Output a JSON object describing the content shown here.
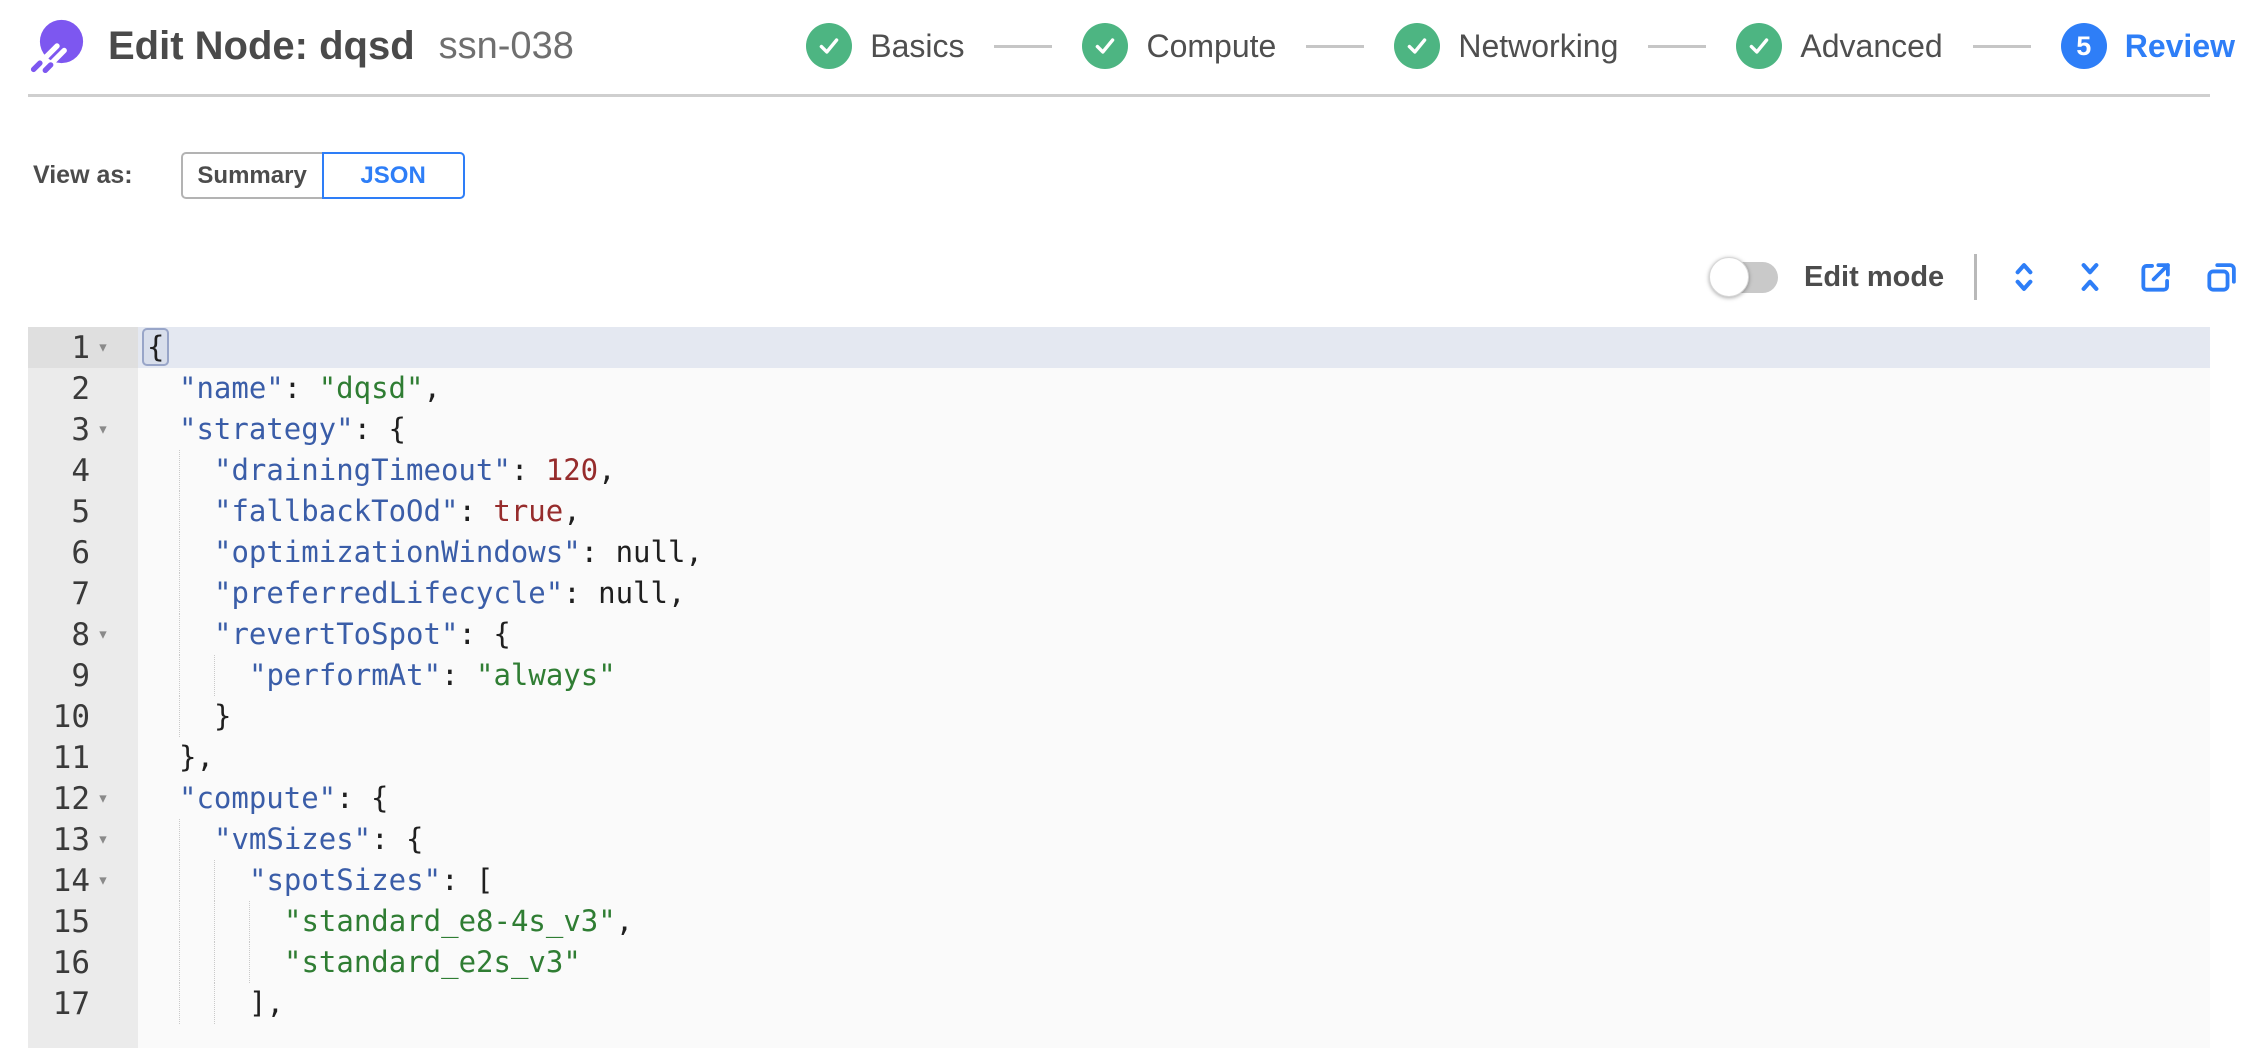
{
  "header": {
    "title": "Edit Node: dqsd",
    "subtitle": "ssn-038",
    "steps": [
      {
        "label": "Basics",
        "state": "done"
      },
      {
        "label": "Compute",
        "state": "done"
      },
      {
        "label": "Networking",
        "state": "done"
      },
      {
        "label": "Advanced",
        "state": "done"
      },
      {
        "label": "Review",
        "state": "current",
        "number": "5"
      }
    ]
  },
  "view_as": {
    "label": "View as:",
    "options": [
      {
        "label": "Summary",
        "selected": false
      },
      {
        "label": "JSON",
        "selected": true
      }
    ]
  },
  "toolbar": {
    "edit_mode_label": "Edit mode",
    "edit_mode_on": false,
    "icons": [
      "expand-rows-icon",
      "collapse-rows-icon",
      "export-icon",
      "copy-icon"
    ]
  },
  "editor": {
    "lines": [
      {
        "num": 1,
        "fold": true,
        "active": true,
        "indent": 0,
        "tokens": [
          {
            "type": "brace-active",
            "text": "{"
          }
        ]
      },
      {
        "num": 2,
        "fold": false,
        "active": false,
        "indent": 2,
        "tokens": [
          {
            "type": "key",
            "text": "\"name\""
          },
          {
            "type": "punct",
            "text": ": "
          },
          {
            "type": "string",
            "text": "\"dqsd\""
          },
          {
            "type": "punct",
            "text": ","
          }
        ]
      },
      {
        "num": 3,
        "fold": true,
        "active": false,
        "indent": 2,
        "tokens": [
          {
            "type": "key",
            "text": "\"strategy\""
          },
          {
            "type": "punct",
            "text": ": {"
          }
        ]
      },
      {
        "num": 4,
        "fold": false,
        "active": false,
        "indent": 4,
        "tokens": [
          {
            "type": "key",
            "text": "\"drainingTimeout\""
          },
          {
            "type": "punct",
            "text": ": "
          },
          {
            "type": "number",
            "text": "120"
          },
          {
            "type": "punct",
            "text": ","
          }
        ]
      },
      {
        "num": 5,
        "fold": false,
        "active": false,
        "indent": 4,
        "tokens": [
          {
            "type": "key",
            "text": "\"fallbackToOd\""
          },
          {
            "type": "punct",
            "text": ": "
          },
          {
            "type": "boolean",
            "text": "true"
          },
          {
            "type": "punct",
            "text": ","
          }
        ]
      },
      {
        "num": 6,
        "fold": false,
        "active": false,
        "indent": 4,
        "tokens": [
          {
            "type": "key",
            "text": "\"optimizationWindows\""
          },
          {
            "type": "punct",
            "text": ": "
          },
          {
            "type": "null",
            "text": "null"
          },
          {
            "type": "punct",
            "text": ","
          }
        ]
      },
      {
        "num": 7,
        "fold": false,
        "active": false,
        "indent": 4,
        "tokens": [
          {
            "type": "key",
            "text": "\"preferredLifecycle\""
          },
          {
            "type": "punct",
            "text": ": "
          },
          {
            "type": "null",
            "text": "null"
          },
          {
            "type": "punct",
            "text": ","
          }
        ]
      },
      {
        "num": 8,
        "fold": true,
        "active": false,
        "indent": 4,
        "tokens": [
          {
            "type": "key",
            "text": "\"revertToSpot\""
          },
          {
            "type": "punct",
            "text": ": {"
          }
        ]
      },
      {
        "num": 9,
        "fold": false,
        "active": false,
        "indent": 6,
        "tokens": [
          {
            "type": "key",
            "text": "\"performAt\""
          },
          {
            "type": "punct",
            "text": ": "
          },
          {
            "type": "string",
            "text": "\"always\""
          }
        ]
      },
      {
        "num": 10,
        "fold": false,
        "active": false,
        "indent": 4,
        "tokens": [
          {
            "type": "punct",
            "text": "}"
          }
        ]
      },
      {
        "num": 11,
        "fold": false,
        "active": false,
        "indent": 2,
        "tokens": [
          {
            "type": "punct",
            "text": "},"
          }
        ]
      },
      {
        "num": 12,
        "fold": true,
        "active": false,
        "indent": 2,
        "tokens": [
          {
            "type": "key",
            "text": "\"compute\""
          },
          {
            "type": "punct",
            "text": ": {"
          }
        ]
      },
      {
        "num": 13,
        "fold": true,
        "active": false,
        "indent": 4,
        "tokens": [
          {
            "type": "key",
            "text": "\"vmSizes\""
          },
          {
            "type": "punct",
            "text": ": {"
          }
        ]
      },
      {
        "num": 14,
        "fold": true,
        "active": false,
        "indent": 6,
        "tokens": [
          {
            "type": "key",
            "text": "\"spotSizes\""
          },
          {
            "type": "punct",
            "text": ": ["
          }
        ]
      },
      {
        "num": 15,
        "fold": false,
        "active": false,
        "indent": 8,
        "tokens": [
          {
            "type": "string",
            "text": "\"standard_e8-4s_v3\""
          },
          {
            "type": "punct",
            "text": ","
          }
        ]
      },
      {
        "num": 16,
        "fold": false,
        "active": false,
        "indent": 8,
        "tokens": [
          {
            "type": "string",
            "text": "\"standard_e2s_v3\""
          }
        ]
      },
      {
        "num": 17,
        "fold": false,
        "active": false,
        "indent": 6,
        "tokens": [
          {
            "type": "punct",
            "text": "],"
          }
        ]
      }
    ]
  },
  "colors": {
    "accent_blue": "#2e7ef7",
    "step_done_green": "#4db582",
    "logo_purple": "#7d57f0",
    "connector_gray": "#c6c6c6",
    "editor_bg": "#fafafa",
    "gutter_bg": "#ebebeb",
    "active_line_bg": "#e4e8f1",
    "syntax": {
      "key": "#3a5da8",
      "string": "#2f7d33",
      "number": "#962c2c",
      "null": "#1f1f1f"
    }
  }
}
